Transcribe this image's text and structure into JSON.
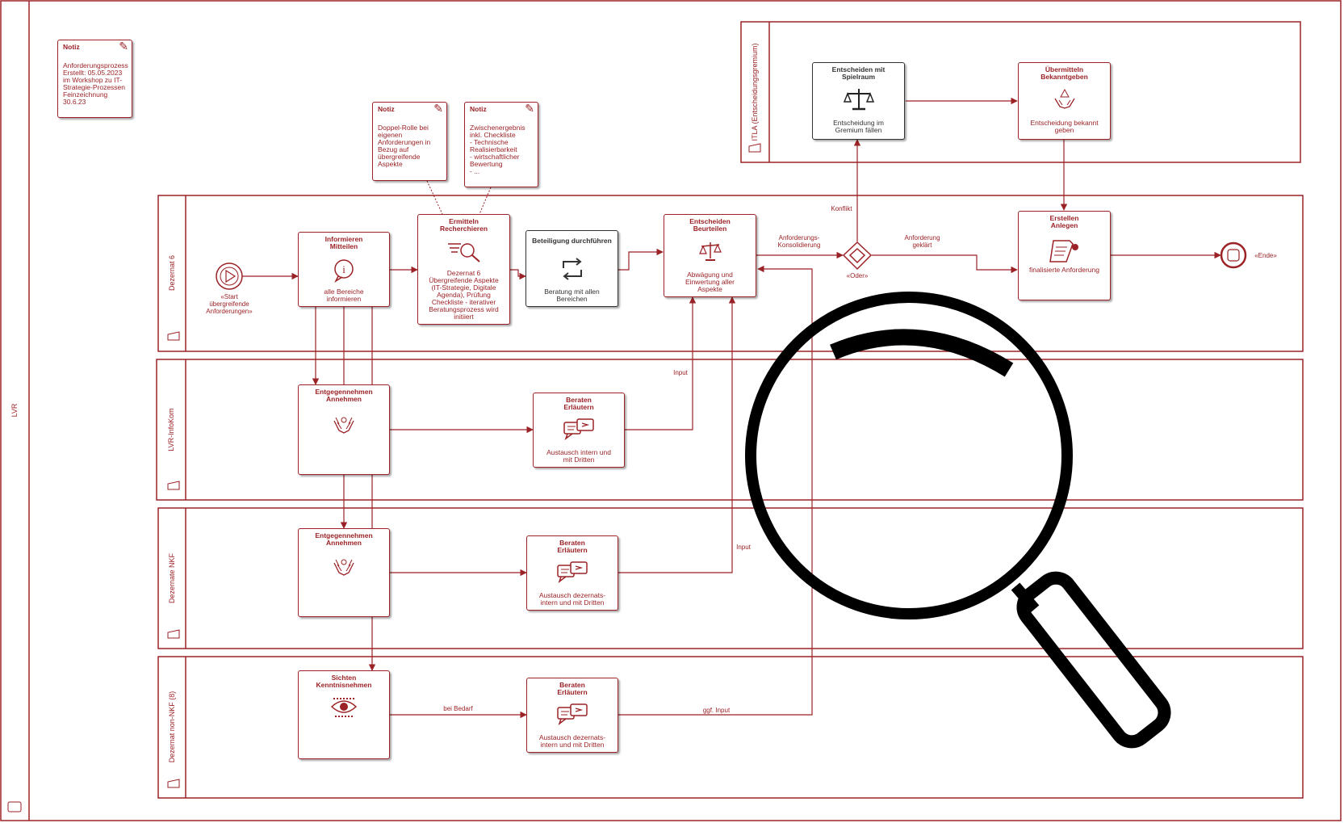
{
  "pool": {
    "name": "LVR"
  },
  "lanes": [
    {
      "name": "Dezernat 6"
    },
    {
      "name": "LVR-InfoKom"
    },
    {
      "name": "Dezernate NKF"
    },
    {
      "name": "Dezernat non-NKF (8)"
    },
    {
      "name": "ITLA (Entscheidungsgremium)"
    }
  ],
  "notes": [
    {
      "title": "Notiz",
      "body": "Anforderungsprozess\nErstellt: 05.05.2023\nim Workshop zu IT-\nStrategie-Prozessen\nFeinzeichnung\n30.6.23"
    },
    {
      "title": "Notiz",
      "body": "Doppel-Rolle bei\neigenen\nAnforderungen in\nBezug auf\nübergreifende\nAspekte"
    },
    {
      "title": "Notiz",
      "body": "Zwischenergebnis\ninkl. Checkliste\n- Technische\nRealisierbarkeit\n- wirtschaftlicher\nBewertung\n- ..."
    }
  ],
  "tasks": {
    "informieren": {
      "title": "Informieren\nMitteilen",
      "desc": "alle Bereiche\ninformieren"
    },
    "ermitteln": {
      "title": "Ermitteln\nRecherchieren",
      "desc": "Dezernat 6\nÜbergreifende Aspekte\n(IT-Strategie, Digitale\nAgenda), Prüfung\nCheckliste - iterativer\nBeratungsprozess wird\ninitiiert"
    },
    "beteiligung": {
      "title": "Beteiligung durchführen",
      "desc": "Beratung mit allen\nBereichen"
    },
    "entscheiden": {
      "title": "Entscheiden\nBeurteilen",
      "desc": "Abwägung und\nEinwertung aller\nAspekte"
    },
    "erstellen": {
      "title": "Erstellen\nAnlegen",
      "desc": "finalisierte Anforderung"
    },
    "spielraum": {
      "title": "Entscheiden mit\nSpielraum",
      "desc": "Entscheidung im\nGremium fällen"
    },
    "uebermitteln": {
      "title": "Übermitteln\nBekanntgeben",
      "desc": "Entscheidung bekannt\ngeben"
    },
    "entgegen1": {
      "title": "Entgegennehmen\nAnnehmen",
      "desc": ""
    },
    "beraten1": {
      "title": "Beraten\nErläutern",
      "desc": "Austausch intern und\nmit Dritten"
    },
    "entgegen2": {
      "title": "Entgegennehmen\nAnnehmen",
      "desc": ""
    },
    "beraten2": {
      "title": "Beraten\nErläutern",
      "desc": "Austausch dezernats-\nintern und mit Dritten"
    },
    "sichten": {
      "title": "Sichten\nKenntnisnehmen",
      "desc": ""
    },
    "beraten3": {
      "title": "Beraten\nErläutern",
      "desc": "Austausch dezernats-\nintern und mit Dritten"
    }
  },
  "events": {
    "start": "«Start\nübergreifende\nAnforderungen»",
    "end": "«Ende»",
    "gateway": "«Oder»"
  },
  "flow_labels": {
    "konflikt": "Konflikt",
    "konsolidierung": "Anforderungs-\nKonsolidierung",
    "geklaert": "Anforderung\ngeklärt",
    "input1": "Input",
    "input2": "Input",
    "bedarf": "bei Bedarf",
    "ggf_input": "ggf. Input"
  },
  "colors": {
    "accent": "#9b2226",
    "dark_task": "#333333",
    "overlay": "#000000"
  },
  "overlay": {
    "icon": "magnifier-icon"
  }
}
